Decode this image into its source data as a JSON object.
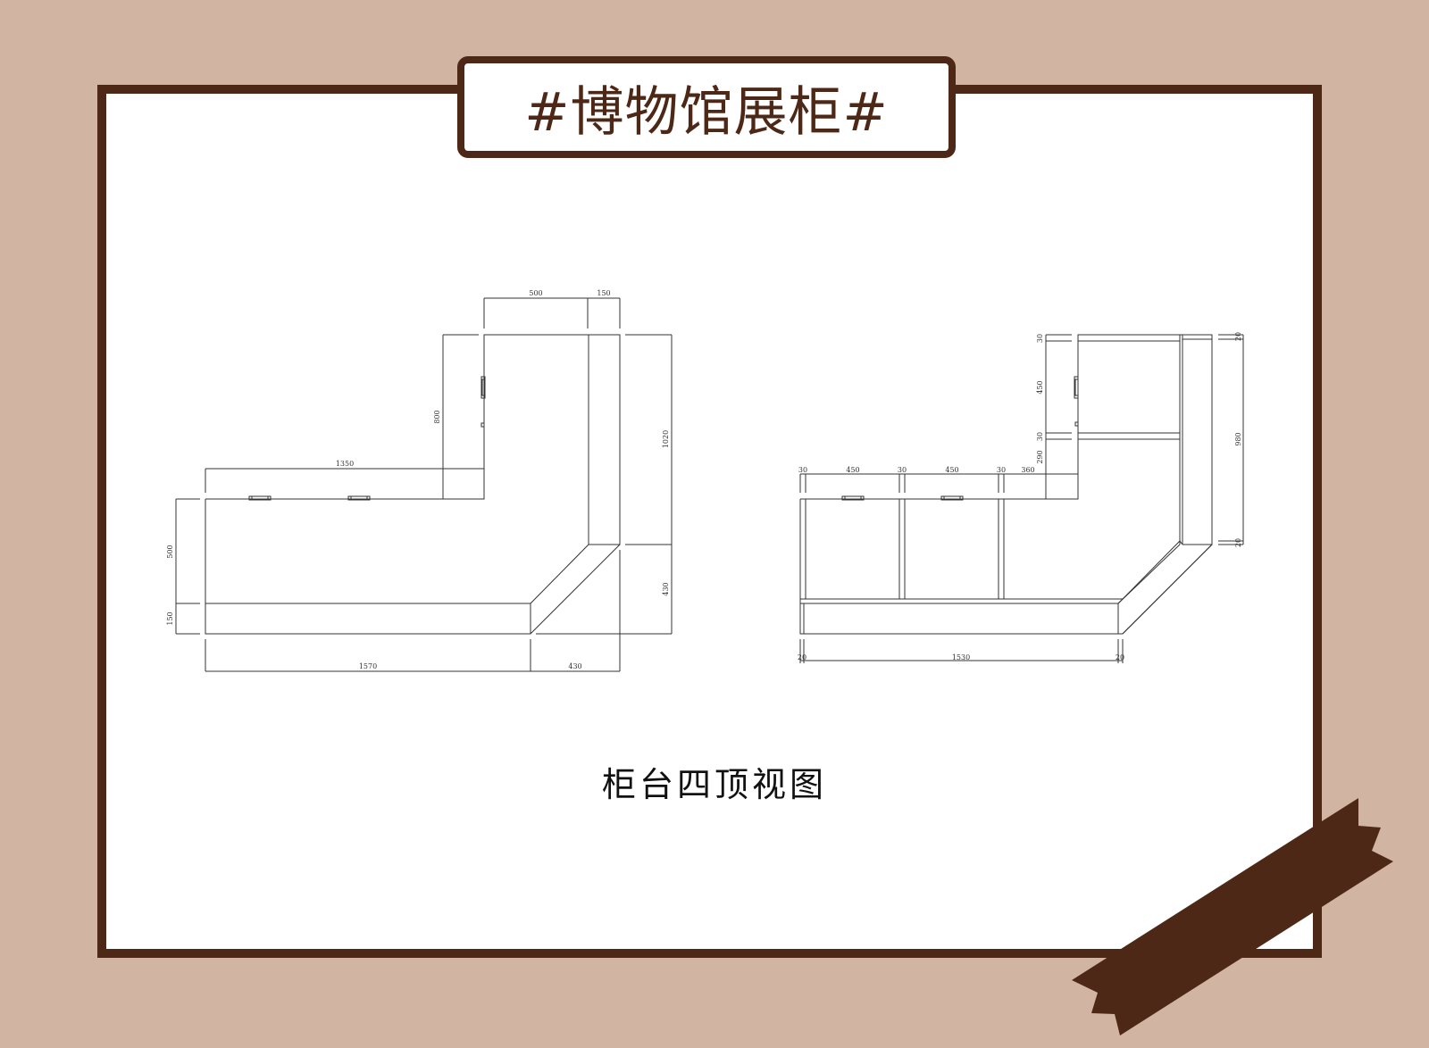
{
  "page": {
    "title": "#博物馆展柜#",
    "caption": "柜台四顶视图"
  },
  "colors": {
    "background": "#d1b5a2",
    "frame": "#4e2816",
    "paper": "#ffffff",
    "line": "#333333"
  },
  "drawing_left": {
    "name": "counter-plan-overall",
    "dimensions": {
      "top_500": "500",
      "top_150": "150",
      "left_800": "800",
      "right_1020": "1020",
      "mid_1350": "1350",
      "left_500": "500",
      "left_150": "150",
      "right_430_v": "430",
      "bottom_1570": "1570",
      "bottom_430": "430"
    }
  },
  "drawing_right": {
    "name": "counter-plan-structure",
    "dimensions": {
      "top_30a": "30",
      "v_450": "450",
      "top_30b": "30",
      "v_290": "290",
      "h_30a": "30",
      "h_450a": "450",
      "h_30b": "30",
      "h_450b": "450",
      "h_30c": "30",
      "h_360": "360",
      "right_980": "980",
      "right_20a": "20",
      "right_20b": "20",
      "bottom_20a": "20",
      "bottom_1530": "1530",
      "bottom_20b": "20"
    }
  }
}
